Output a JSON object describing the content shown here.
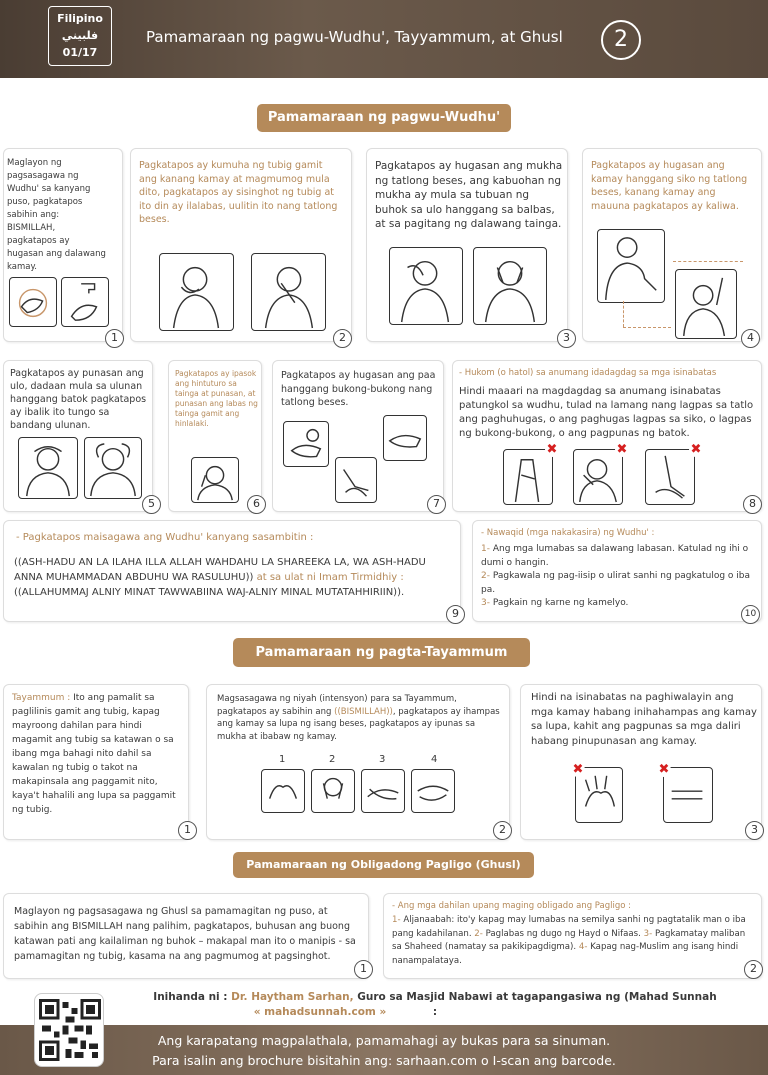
{
  "header": {
    "lang": "Filipino",
    "lang_ar": "فلبيني",
    "page": "01/17",
    "title": "Pamamaraan ng pagwu-Wudhu', Tayyammum, at Ghusl",
    "badge": "2"
  },
  "wudhu": {
    "banner": "Pamamaraan ng pagwu-Wudhu'",
    "steps": [
      {
        "n": "1",
        "text": "Maglayon ng pagsasagawa ng Wudhu' sa kanyang puso, pagkatapos sabihin ang: BISMILLAH, pagkatapos ay hugasan ang dalawang kamay."
      },
      {
        "n": "2",
        "text": "Pagkatapos ay kumuha ng tubig gamit ang kanang kamay at magmumog mula dito, pagkatapos ay sisinghot ng tubig at ito din ay ilalabas, uulitin ito nang tatlong beses."
      },
      {
        "n": "3",
        "text": "Pagkatapos ay hugasan ang mukha ng tatlong beses, ang kabuohan ng mukha ay mula sa tubuan ng buhok sa ulo hanggang sa balbas, at sa pagitang ng dalawang tainga."
      },
      {
        "n": "4",
        "text": "Pagkatapos ay hugasan ang kamay hanggang siko ng tatlong beses, kanang kamay ang mauuna pagkatapos ay kaliwa."
      },
      {
        "n": "5",
        "text": "Pagkatapos ay punasan ang ulo, dadaan mula sa ulunan hanggang batok pagkatapos ay ibalik ito tungo sa bandang ulunan."
      },
      {
        "n": "6",
        "text": "Pagkatapos ay ipasok ang hintuturo sa tainga at punasan, at punasan ang labas ng tainga gamit ang hinlalaki."
      },
      {
        "n": "7",
        "text": "Pagkatapos ay hugasan ang paa hanggang bukong-bukong nang tatlong beses."
      }
    ],
    "hukom": {
      "n": "8",
      "title": "- Hukom (o hatol) sa anumang idadagdag sa mga isinabatas",
      "text": "Hindi maaari na magdagdag sa anumang isinabatas patungkol sa wudhu, tulad na lamang nang lagpas sa tatlo ang paghuhugas, o ang paghugas lagpas sa siko, o lagpas ng bukong-bukong, o ang pagpunas ng batok."
    },
    "dua": {
      "n": "9",
      "title": "- Pagkatapos maisagawa ang Wudhu' kanyang sasambitin :",
      "line1": "((ASH-HADU AN LA ILAHA ILLA ALLAH WAHDAHU LA SHAREEKA LA, WA ASH-HADU ANNA MUHAMMADAN ABDUHU WA RASULUHU))",
      "ref": " at sa ulat ni Imam Tirmidhiy : ",
      "line2": "((ALLAHUMMAJ ALNIY MINAT TAWWABIINA WAJ-ALNIY MINAL MUTATAHHIRIIN))."
    },
    "nawaqid": {
      "n": "10",
      "title": "- Nawaqid (mga nakakasira) ng Wudhu' :",
      "items": [
        {
          "k": "1- ",
          "v": "Ang mga lumabas sa dalawang labasan. Katulad ng ihi o dumi o hangin."
        },
        {
          "k": "2- ",
          "v": "Pagkawala ng pag-iisip o ulirat sanhi ng pagkatulog o iba pa."
        },
        {
          "k": "3- ",
          "v": "Pagkain ng karne ng kamelyo."
        }
      ]
    }
  },
  "tayammum": {
    "banner": "Pamamaraan ng pagta-Tayammum",
    "b1": {
      "n": "1",
      "label": "Tayammum : ",
      "text": "Ito ang pamalit sa paglilinis gamit ang tubig, kapag mayroong dahilan para hindi magamit ang tubig sa katawan o sa ibang mga bahagi nito dahil sa kawalan ng tubig o takot na makapinsala ang paggamit nito, kaya't hahalili ang lupa sa paggamit ng tubig."
    },
    "b2": {
      "n": "2",
      "text_a": "Magsasagawa ng niyah (intensyon) para sa Tayammum, pagkatapos ay sabihin ang ",
      "bism": "((BISMILLAH))",
      "text_b": ", pagkatapos ay ihampas ang kamay sa lupa ng isang beses, pagkatapos ay ipunas sa mukha at ibabaw ng kamay.",
      "steps": [
        "1",
        "2",
        "3",
        "4"
      ]
    },
    "b3": {
      "n": "3",
      "text": "Hindi na isinabatas na paghiwalayin ang mga kamay habang inihahampas ang kamay sa lupa, kahit ang pagpunas sa mga daliri habang pinupunasan ang kamay."
    }
  },
  "ghusl": {
    "banner": "Pamamaraan ng Obligadong Pagligo (Ghusl)",
    "b1": {
      "n": "1",
      "text": "Maglayon ng pagsasagawa ng Ghusl sa pamamagitan ng puso, at sabihin ang BISMILLAH nang palihim, pagkatapos, buhusan ang buong katawan pati ang kailaliman ng buhok – makapal man ito o manipis - sa pamamagitan ng tubig, kasama na ang pagmumog at pagsinghot."
    },
    "b2": {
      "n": "2",
      "title": "- Ang mga dahilan upang maging obligado ang Pagligo :",
      "items": [
        {
          "k": "1- ",
          "v": "Aljanaabah: ito'y kapag may lumabas na semilya sanhi ng pagtatalik man o iba pang kadahilanan. "
        },
        {
          "k": "2- ",
          "v": "Paglabas ng dugo ng Hayd o Nifaas. "
        },
        {
          "k": "3- ",
          "v": "Pagkamatay maliban sa Shaheed (namatay sa pakikipagdigma). "
        },
        {
          "k": "4- ",
          "v": "Kapag nag-Muslim ang isang hindi nanampalataya."
        }
      ]
    }
  },
  "credit": {
    "prefix": "Inihanda ni : ",
    "author": "Dr. Haytham Sarhan,",
    "role": " Guro sa Masjid Nabawi at tagapangasiwa ng (Mahad Sunnah :",
    "site": "« mahadsunnah.com »"
  },
  "footer": {
    "line1": "Ang karapatang magpalathala, pamamahagi ay bukas para sa sinuman.",
    "line2": "Para isalin ang brochure bisitahin ang: sarhaan.com o I-scan ang barcode."
  },
  "colors": {
    "accent": "#b58a5a",
    "header": "#5a4a3d"
  }
}
